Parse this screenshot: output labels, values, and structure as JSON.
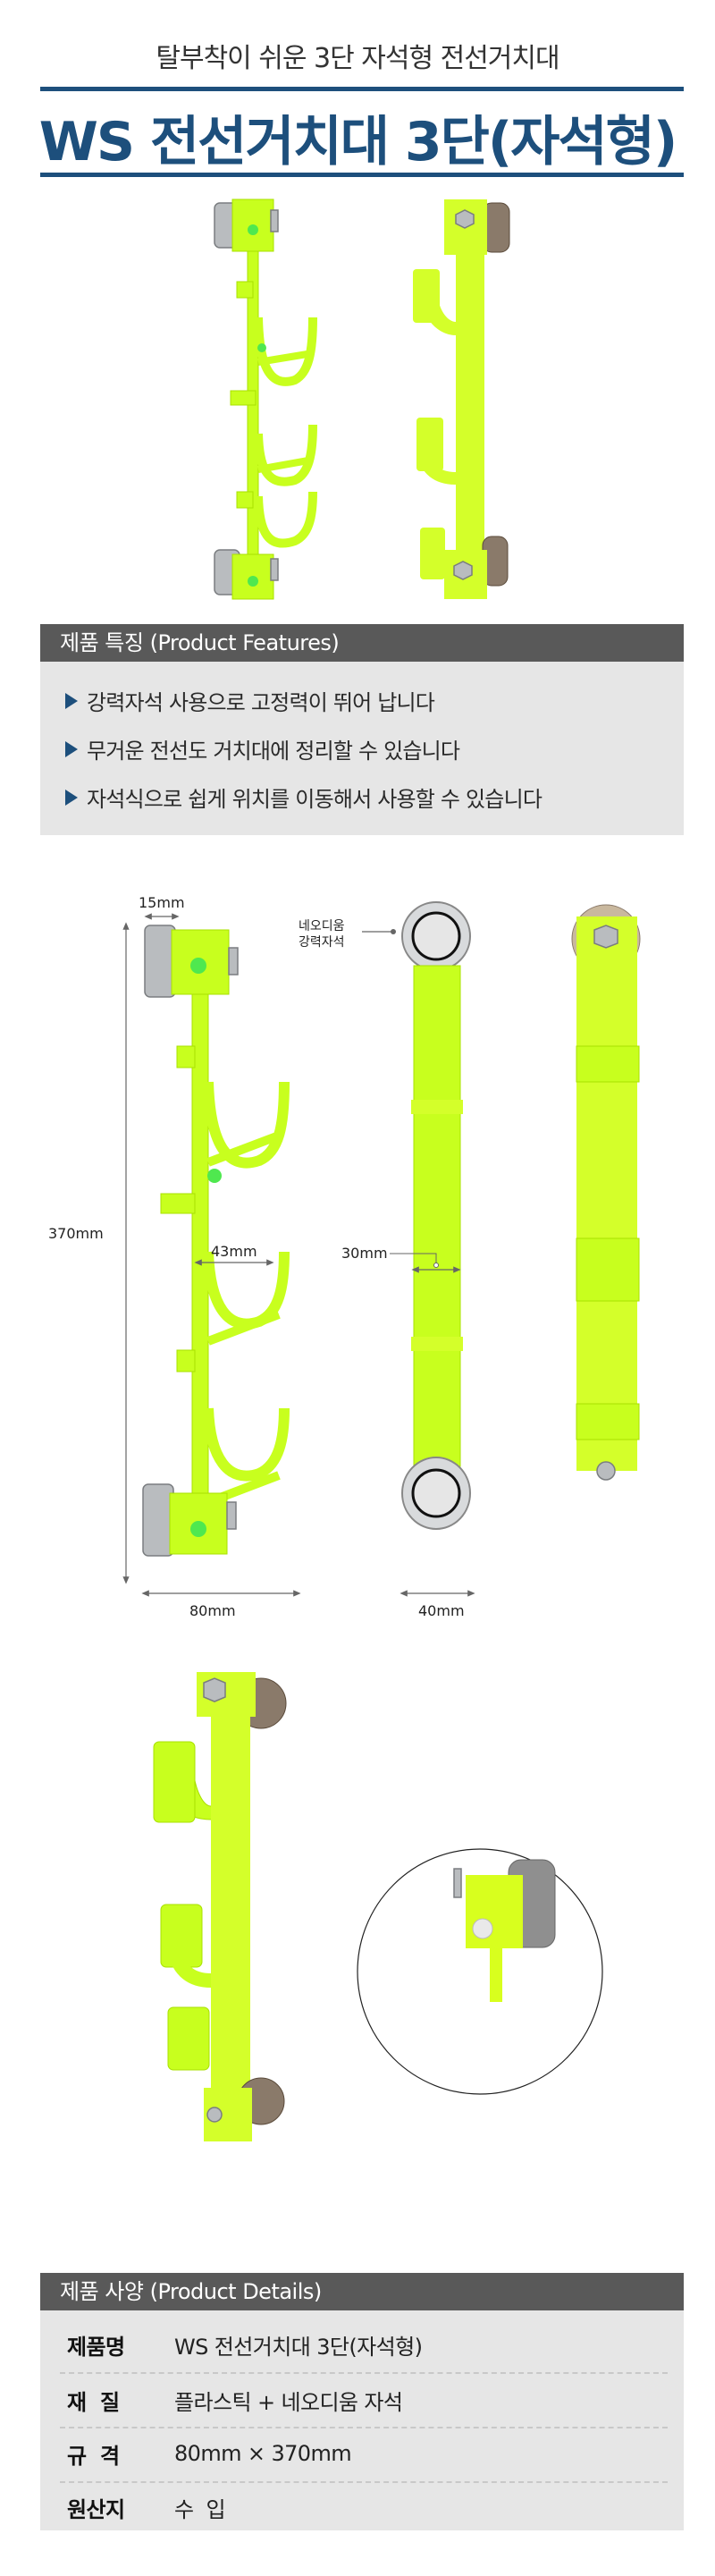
{
  "header": {
    "subtitle": "탈부착이 쉬운 3단 자석형 전선거치대",
    "title": "WS 전선거치대 3단(자석형)",
    "accent_color": "#1d4f7c"
  },
  "hero_photos": {
    "views": [
      "front-angle-view",
      "side-angle-view"
    ],
    "product_color": "#c8ff1e"
  },
  "features": {
    "header": "제품 특징 (Product Features)",
    "items": [
      {
        "icon": "triangle-bullet-icon",
        "text": "강력자석 사용으로 고정력이 뛰어 납니다"
      },
      {
        "icon": "triangle-bullet-icon",
        "text": "무거운 전선도 거치대에 정리할 수 있습니다"
      },
      {
        "icon": "triangle-bullet-icon",
        "text": "자석식으로 쉽게 위치를 이동해서 사용할 수 있습니다"
      }
    ]
  },
  "dimensions": {
    "magnet_width": "15mm",
    "total_height": "370mm",
    "hook_inner": "43mm",
    "bar_width": "30mm",
    "total_width": "80mm",
    "magnet_diameter": "40mm",
    "magnet_label_line1": "네오디움",
    "magnet_label_line2": "강력자석"
  },
  "specs": {
    "header": "제품 사양 (Product Details)",
    "rows": [
      {
        "key": "제품명",
        "value": "WS 전선거치대 3단(자석형)"
      },
      {
        "key": "재  질",
        "value": "플라스틱 + 네오디움 자석"
      },
      {
        "key": "규  격",
        "value": "80mm × 370mm"
      },
      {
        "key": "원산지",
        "value": "수  입"
      }
    ]
  }
}
